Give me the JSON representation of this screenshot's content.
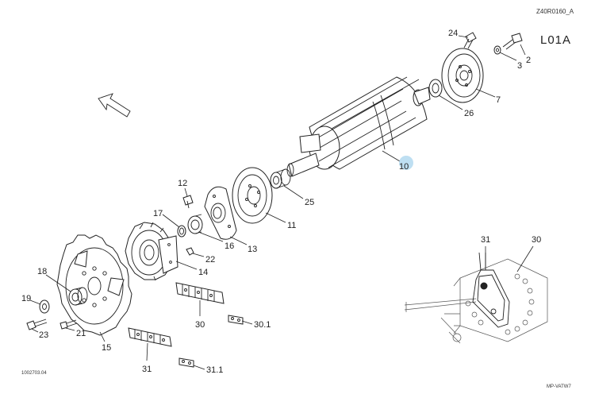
{
  "header": {
    "drawing_code": "Z40R0160_A",
    "section_code": "L01A"
  },
  "footer": {
    "left_code": "1002703.04",
    "right_code": "MP-VATW7"
  },
  "callouts": {
    "p2": "2",
    "p3": "3",
    "p7": "7",
    "p10": "10",
    "p11": "11",
    "p12": "12",
    "p13": "13",
    "p14": "14",
    "p15": "15",
    "p16": "16",
    "p17": "17",
    "p18": "18",
    "p19": "19",
    "p21": "21",
    "p22": "22",
    "p23": "23",
    "p24": "24",
    "p25": "25",
    "p26": "26",
    "p30": "30",
    "p30_1": "30.1",
    "p31": "31",
    "p31_1": "31.1",
    "inset_31": "31",
    "inset_30": "30"
  },
  "highlight_color": "#a8d4ee"
}
